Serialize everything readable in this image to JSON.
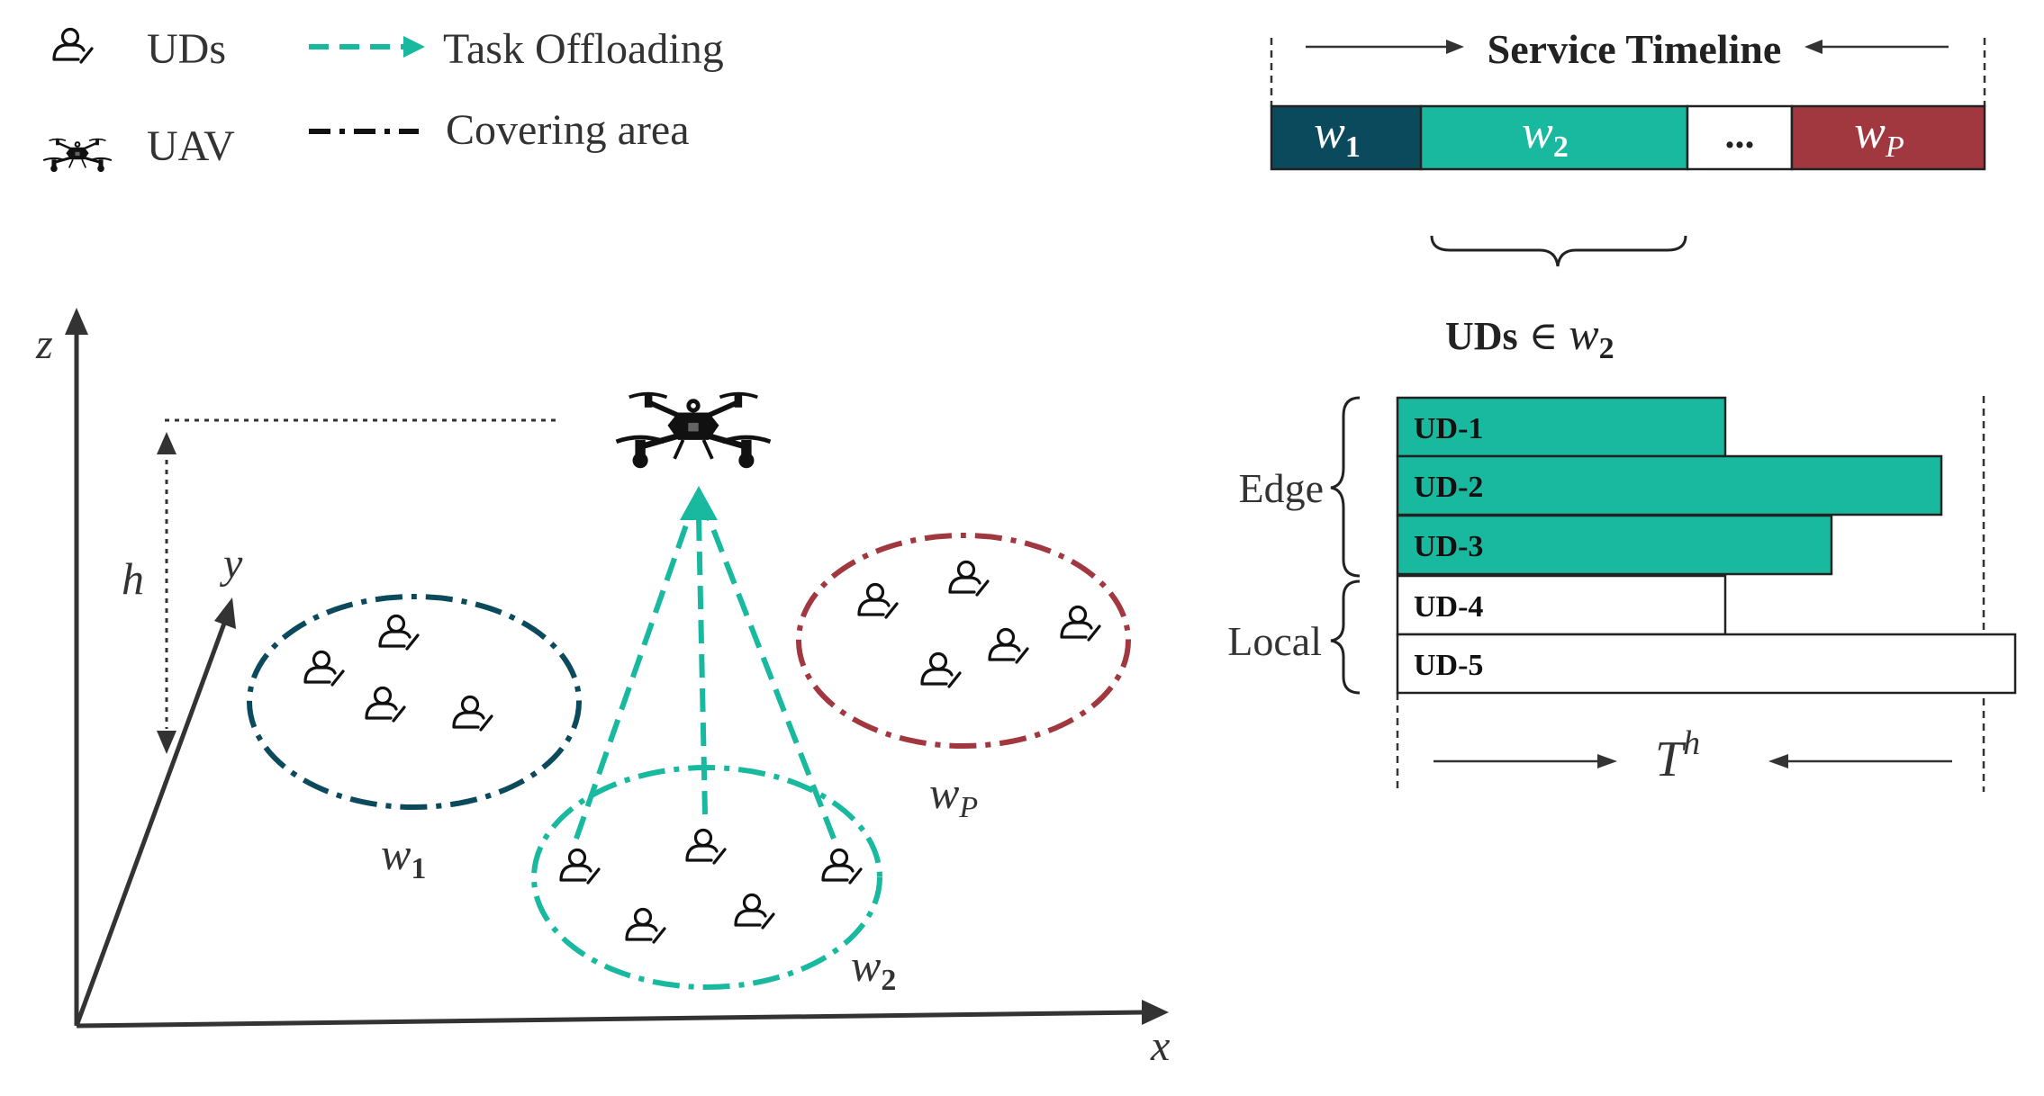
{
  "legend": {
    "uds_label": "UDs",
    "uav_label": "UAV",
    "task_offloading_label": "Task Offloading",
    "covering_area_label": "Covering area"
  },
  "axes": {
    "x_label": "x",
    "y_label": "y",
    "z_label": "z",
    "height_label": "h"
  },
  "areas": [
    {
      "label_base": "w",
      "label_sub": "1",
      "color": "#0b4a5c"
    },
    {
      "label_base": "w",
      "label_sub": "2",
      "color": "#19b9a0"
    },
    {
      "label_base": "w",
      "label_sub": "P",
      "color": "#a2383f"
    }
  ],
  "timeline": {
    "title": "Service Timeline",
    "segments": [
      {
        "base": "w",
        "sub": "1",
        "color": "#0b4a5c",
        "text_color": "#ffffff"
      },
      {
        "base": "w",
        "sub": "2",
        "color": "#19b9a0",
        "text_color": "#ffffff"
      },
      {
        "base": "...",
        "sub": "",
        "color": "#ffffff",
        "text_color": "#222222"
      },
      {
        "base": "w",
        "sub": "P",
        "color": "#a2383f",
        "text_color": "#ffffff"
      }
    ]
  },
  "uds_group": {
    "prefix": "UDs",
    "symbol": "∈",
    "base": "w",
    "sub": "2"
  },
  "schedule": {
    "edge_label": "Edge",
    "local_label": "Local",
    "period_base": "T",
    "period_sup": "h",
    "bars": [
      {
        "label": "UD-1",
        "mode": "edge",
        "color": "#19b9a0"
      },
      {
        "label": "UD-2",
        "mode": "edge",
        "color": "#19b9a0"
      },
      {
        "label": "UD-3",
        "mode": "edge",
        "color": "#19b9a0"
      },
      {
        "label": "UD-4",
        "mode": "local",
        "color": "#ffffff"
      },
      {
        "label": "UD-5",
        "mode": "local",
        "color": "#ffffff"
      }
    ]
  },
  "colors": {
    "teal": "#19b9a0",
    "dark_teal": "#0b4a5c",
    "red": "#a2383f",
    "axis": "#333333"
  },
  "icons": {
    "user": "user-device-icon",
    "uav": "drone-icon"
  }
}
